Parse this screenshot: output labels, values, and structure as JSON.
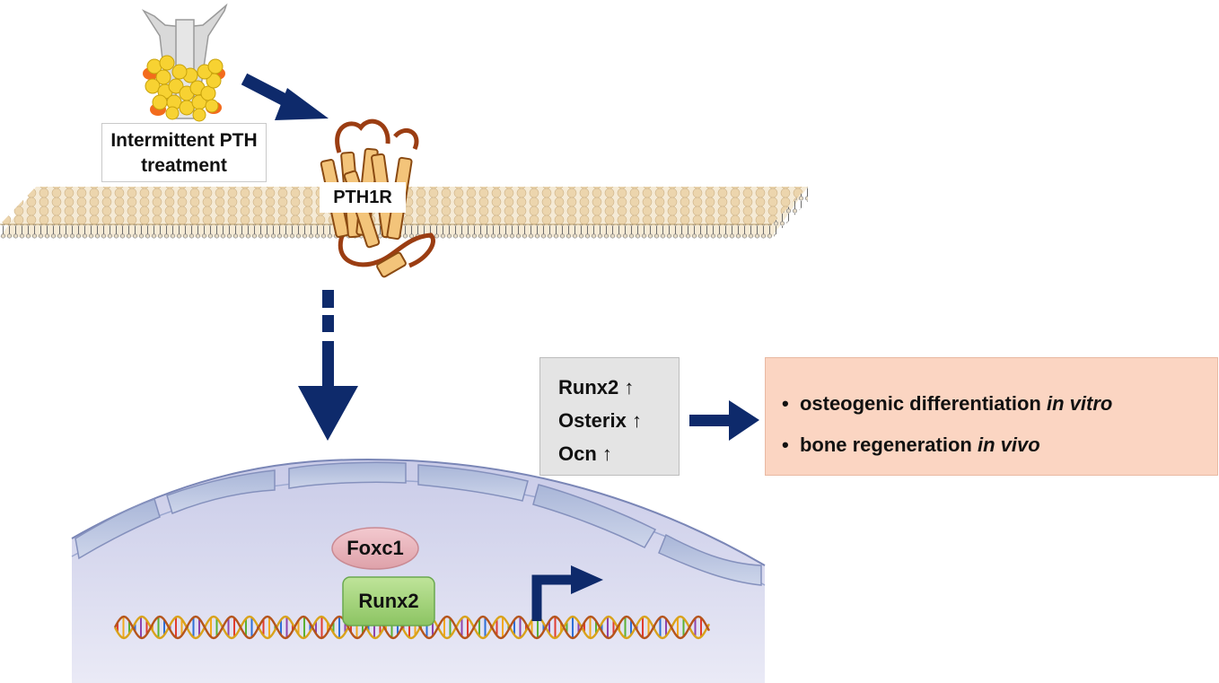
{
  "treatment_label": "Intermittent PTH treatment",
  "receptor_label": "PTH1R",
  "genes": [
    {
      "name": "Runx2",
      "arrow": "↑"
    },
    {
      "name": "Osterix",
      "arrow": "↑"
    },
    {
      "name": "Ocn",
      "arrow": "↑"
    }
  ],
  "outcomes": [
    {
      "text": "osteogenic differentiation",
      "qualifier": "in vitro",
      "icon": "osteoblast-cell-icon"
    },
    {
      "text": "bone regeneration",
      "qualifier": "in vivo",
      "icon": "bone-icon"
    }
  ],
  "bullet": "•",
  "transcription_factors": {
    "upper": "Foxc1",
    "lower": "Runx2"
  },
  "colors": {
    "arrow": "#0e2a6b",
    "membrane_head": "#ecd5ad",
    "receptor_fill": "#f3c47a",
    "receptor_loop": "#9b3d12",
    "gland": "#f7d232",
    "gene_box": "#e4e4e4",
    "outcome_box": "#fbd5c2",
    "foxc1": "#ecb7be",
    "runx2": "#a8d67e",
    "nucleus": "#dcdcf0"
  }
}
